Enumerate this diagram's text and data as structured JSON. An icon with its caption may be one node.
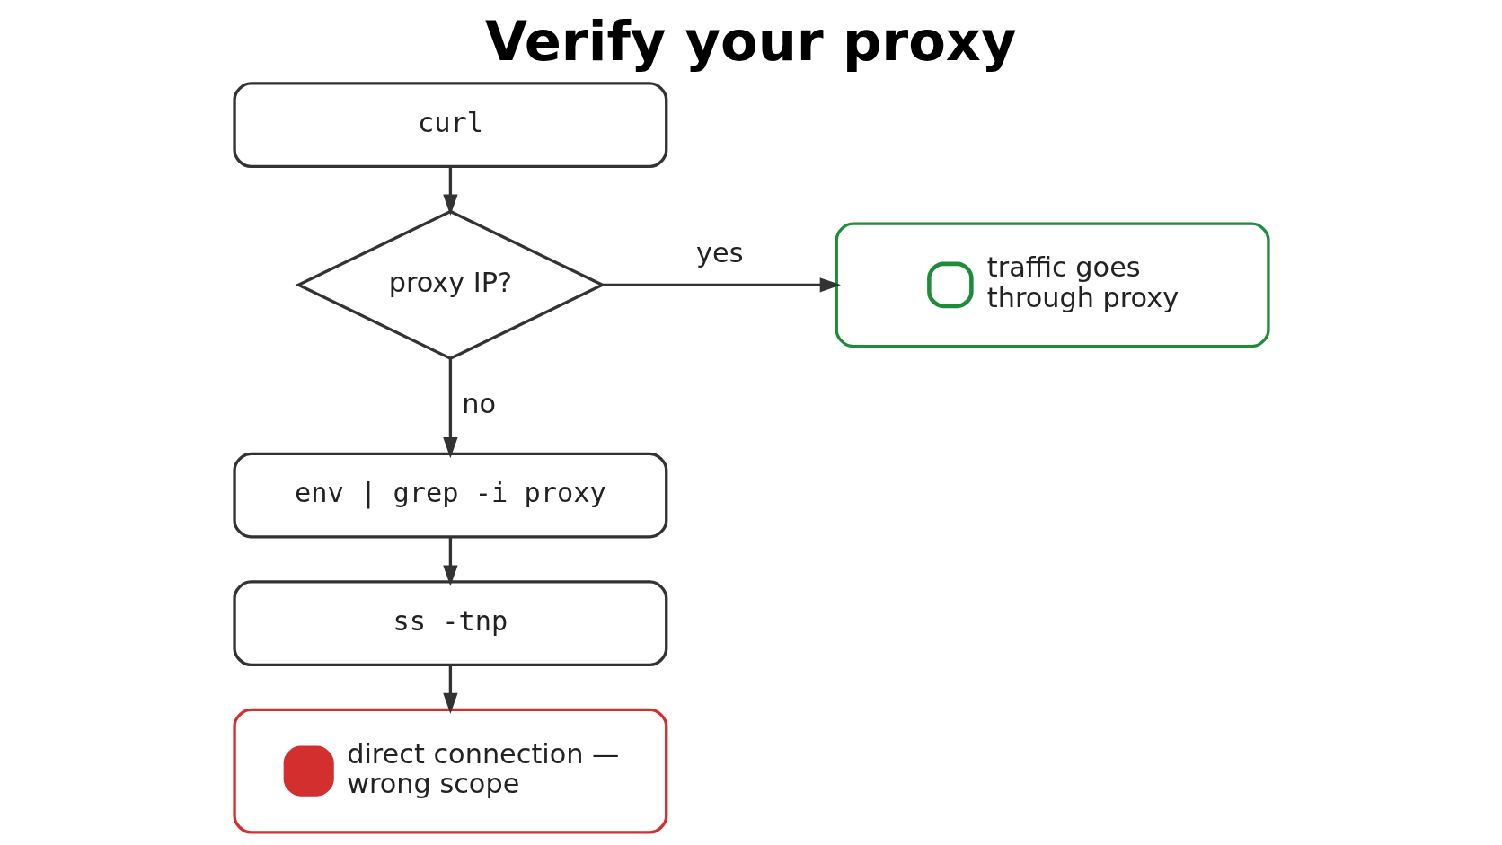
{
  "diagram": {
    "title": "Verify your proxy",
    "nodes": [
      {
        "text": [
          "curl"
        ]
      },
      {
        "text": [
          "proxy IP?"
        ]
      },
      {
        "text": [
          "traffic goes through proxy"
        ]
      },
      {
        "text": [
          "env | grep -i proxy"
        ]
      },
      {
        "text": [
          "ss -tnp"
        ]
      },
      {
        "text": [
          "direct connection — wrong scope"
        ]
      }
    ],
    "edges": [
      {
        "from": 0,
        "to": 1,
        "arrow": "to"
      },
      {
        "from": 1,
        "to": 2,
        "arrow": "to",
        "label": "yes"
      },
      {
        "from": 1,
        "to": 3,
        "arrow": "to",
        "label": "no"
      },
      {
        "from": 3,
        "to": 4,
        "arrow": "to"
      },
      {
        "from": 4,
        "to": 5,
        "arrow": "to"
      }
    ]
  }
}
